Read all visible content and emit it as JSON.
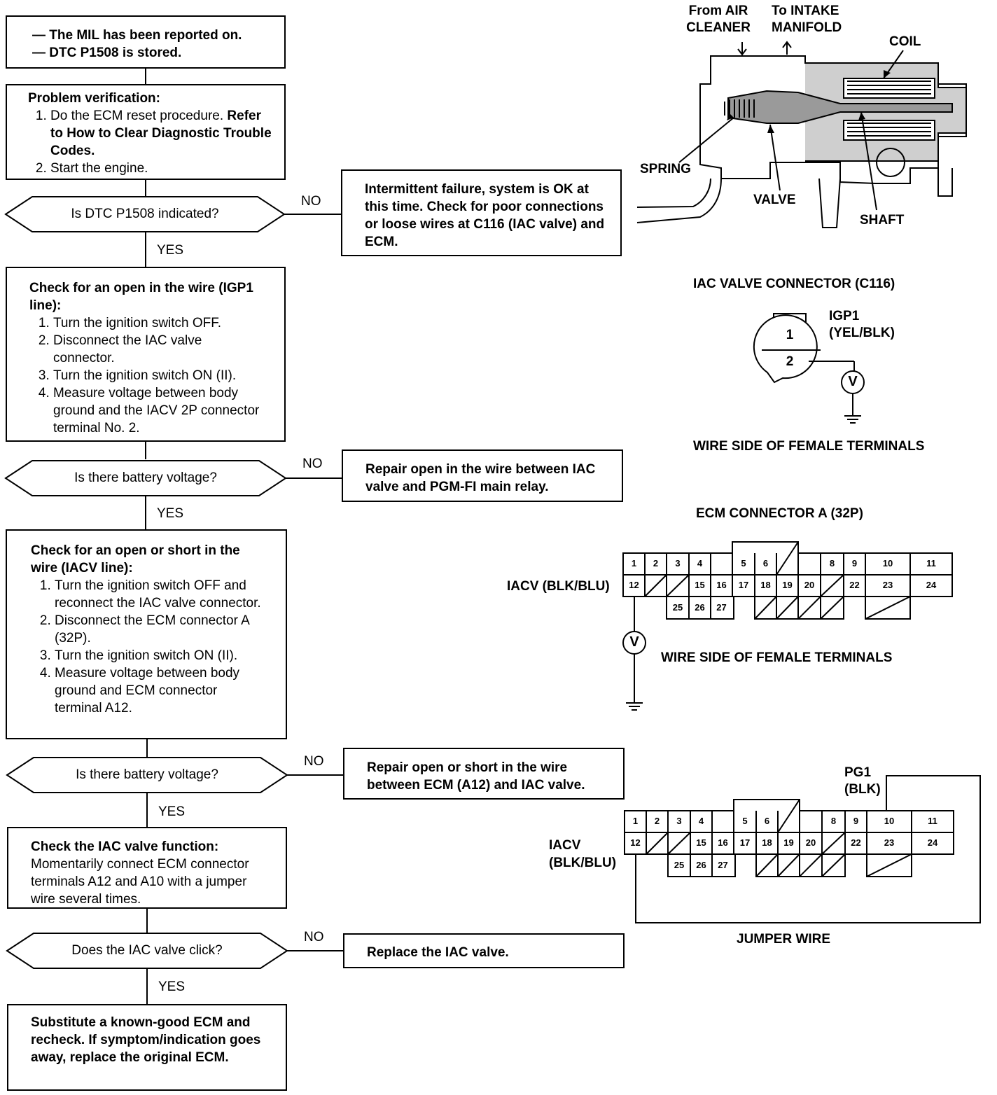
{
  "flowchart": {
    "start": [
      "— The MIL has been reported on.",
      "— DTC P1508 is stored."
    ],
    "verify": {
      "heading": "Problem verification:",
      "step1": "Do the ECM reset procedure.",
      "step1_ref": "Refer to How to Clear Diagnostic Trouble Codes.",
      "step2": "Start the engine."
    },
    "q1": "Is DTC P1508 indicated?",
    "no1": "Intermittent failure, system is OK at this time. Check for poor connections or loose wires at C116 (IAC valve) and ECM.",
    "check1": {
      "heading": "Check for an open in the wire (IGP1 line):",
      "steps": [
        "Turn the ignition switch OFF.",
        "Disconnect the IAC valve connector.",
        "Turn the ignition switch ON (II).",
        "Measure voltage between body ground and the IACV 2P connector terminal No. 2."
      ]
    },
    "q2": "Is there battery voltage?",
    "no2": "Repair open in the wire between IAC valve and PGM-FI main relay.",
    "check2": {
      "heading": "Check for an open or short in the wire (IACV line):",
      "steps": [
        "Turn the ignition switch OFF and reconnect the IAC valve connector.",
        "Disconnect the ECM connector A (32P).",
        "Turn the ignition switch ON (II).",
        "Measure voltage between body ground and ECM connector terminal A12."
      ]
    },
    "q3": "Is there battery voltage?",
    "no3": "Repair open or short in the wire between ECM (A12) and IAC valve.",
    "check3": {
      "heading": "Check the IAC valve function:",
      "body": "Momentarily connect ECM connector terminals A12 and A10 with a jumper wire several times."
    },
    "q4": "Does the IAC valve click?",
    "no4": "Replace the IAC valve.",
    "final": "Substitute a known-good ECM and recheck. If symptom/indication goes away, replace the original ECM.",
    "yes_label": "YES",
    "no_label": "NO"
  },
  "valve_diagram": {
    "from_air": "From AIR CLEANER",
    "to_intake": "To INTAKE MANIFOLD",
    "coil": "COIL",
    "spring": "SPRING",
    "valve": "VALVE",
    "shaft": "SHAFT"
  },
  "iac_connector": {
    "title": "IAC VALVE CONNECTOR (C116)",
    "pin1": "1",
    "pin2": "2",
    "igp1": "IGP1",
    "igp1_color": "(YEL/BLK)",
    "meter": "V",
    "caption": "WIRE SIDE OF FEMALE TERMINALS"
  },
  "ecm_connector": {
    "title": "ECM CONNECTOR A (32P)",
    "iacv_label": "IACV (BLK/BLU)",
    "meter": "V",
    "caption": "WIRE SIDE OF FEMALE TERMINALS",
    "pins_row1": [
      "1",
      "2",
      "3",
      "4",
      "5",
      "6",
      "8",
      "9",
      "10",
      "11"
    ],
    "pins_row2": [
      "12",
      "15",
      "16",
      "17",
      "18",
      "19",
      "20",
      "22",
      "23",
      "24"
    ],
    "pins_row3": [
      "25",
      "26",
      "27"
    ]
  },
  "jumper_diagram": {
    "pg1": "PG1",
    "pg1_color": "(BLK)",
    "iacv": "IACV",
    "iacv_color": "(BLK/BLU)",
    "caption": "JUMPER WIRE"
  }
}
